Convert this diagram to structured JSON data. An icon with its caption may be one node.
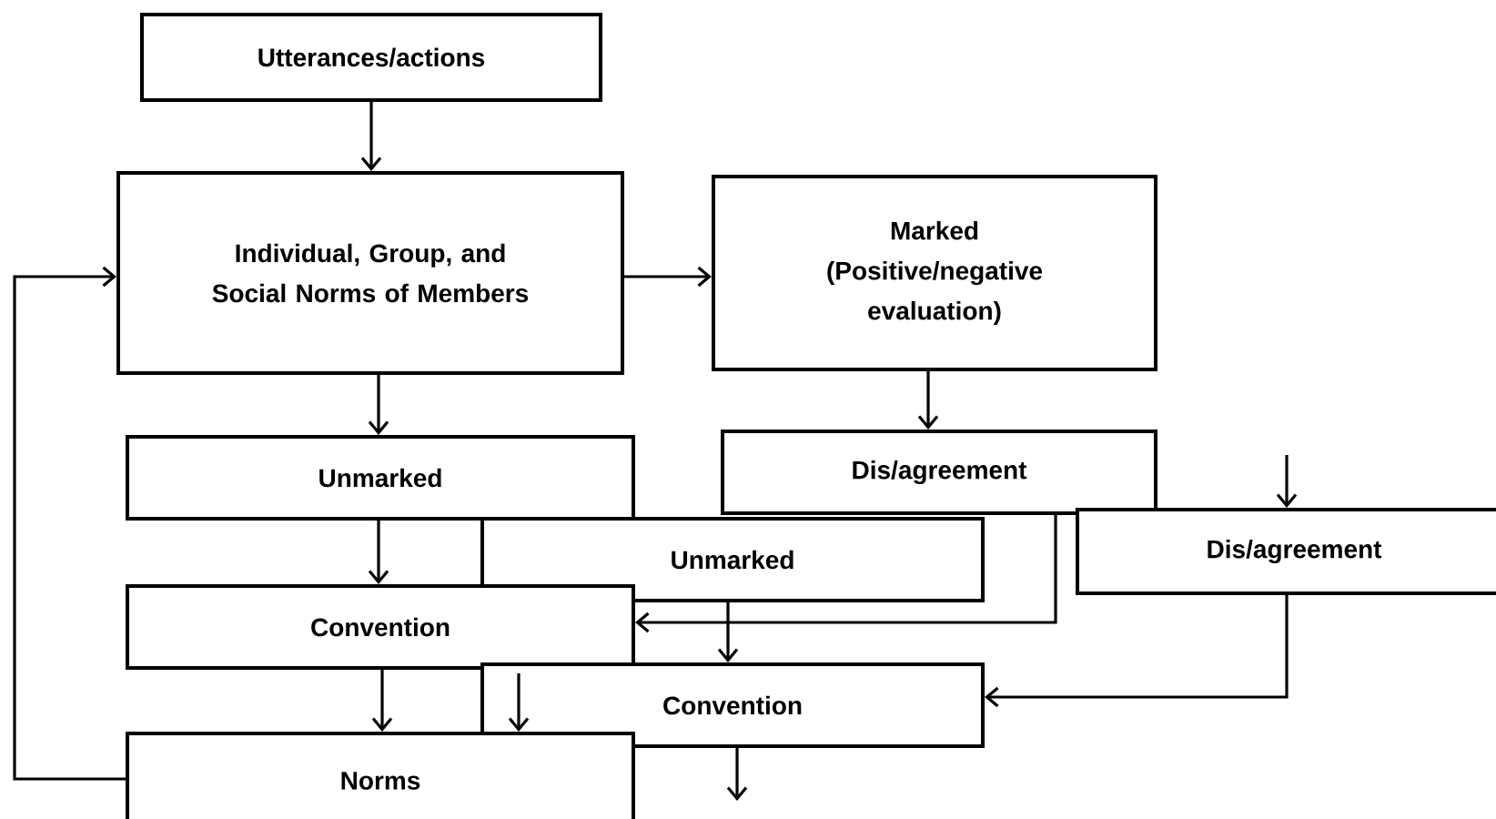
{
  "diagram": {
    "nodes": [
      {
        "text": [
          "Utterances/actions"
        ]
      },
      {
        "text": [
          "Individual, Group, and Social Norms of Members"
        ]
      },
      {
        "text": [
          "Marked (Positive/negative evaluation)"
        ]
      },
      {
        "text": [
          "Unmarked"
        ]
      },
      {
        "text": [
          "Dis/agreement"
        ]
      },
      {
        "text": [
          "Unmarked"
        ]
      },
      {
        "text": [
          "Dis/agreement"
        ]
      },
      {
        "text": [
          "Convention"
        ]
      },
      {
        "text": [
          "Convention"
        ]
      },
      {
        "text": [
          "Norms"
        ]
      }
    ],
    "edges": [
      {
        "from": 0,
        "to": 1,
        "arrow": "to"
      },
      {
        "from": 1,
        "to": 2,
        "arrow": "to"
      },
      {
        "from": 1,
        "to": 3,
        "arrow": "to"
      },
      {
        "from": 2,
        "to": 4,
        "arrow": "to"
      },
      {
        "from": 3,
        "to": 7,
        "arrow": "to"
      },
      {
        "from": 7,
        "to": 9,
        "arrow": "to"
      },
      {
        "from": 9,
        "to": 1,
        "arrow": "to"
      },
      {
        "from": 4,
        "to": 7,
        "arrow": "to"
      },
      {
        "from": 5,
        "to": 8,
        "arrow": "to"
      },
      {
        "from": 6,
        "to": 8,
        "arrow": "to"
      },
      {
        "from": null,
        "to": 6,
        "arrow": "to"
      },
      {
        "from": 8,
        "to": 9,
        "arrow": "to"
      },
      {
        "from": 8,
        "to": null,
        "arrow": "to"
      }
    ]
  }
}
